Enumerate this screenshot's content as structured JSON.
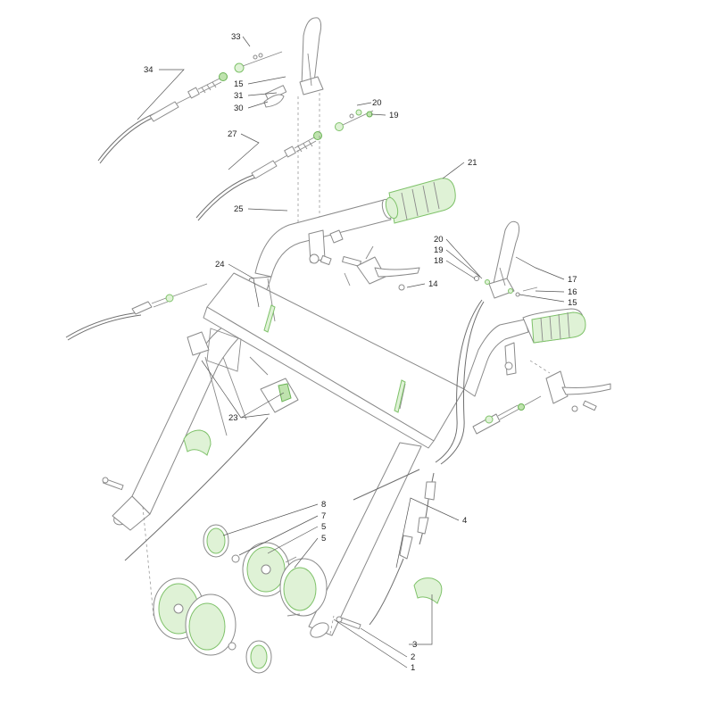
{
  "colors": {
    "line": "#8a8a8a",
    "accent_green": "#7fc26a",
    "fill_green": "#dff2d6",
    "label": "#222222"
  },
  "callouts": [
    "33",
    "34",
    "15",
    "31",
    "30",
    "20",
    "19",
    "27",
    "21",
    "25",
    "20",
    "19",
    "18",
    "17",
    "16",
    "15",
    "24",
    "14",
    "23",
    "8",
    "7",
    "5",
    "5",
    "4",
    "3",
    "2",
    "1"
  ]
}
